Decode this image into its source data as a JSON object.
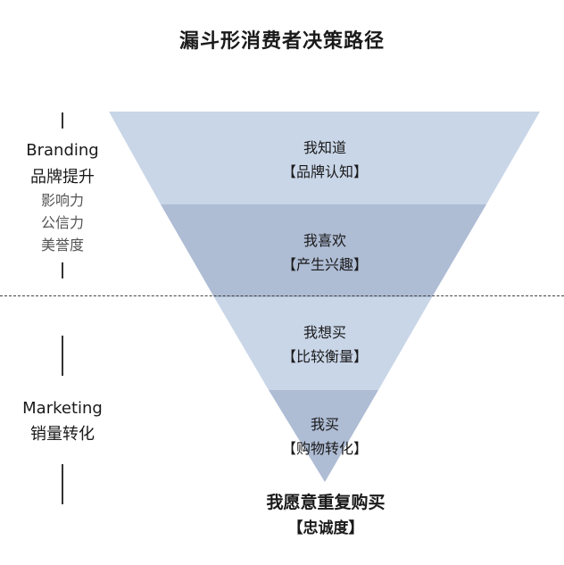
{
  "title": "漏斗形消费者决策路径",
  "funnel": {
    "stages": [
      {
        "label": "我知道",
        "sub": "【品牌认知】",
        "color": "#c9d6e8"
      },
      {
        "label": "我喜欢",
        "sub": "【产生兴趣】",
        "color": "#aebcd4"
      },
      {
        "label": "我想买",
        "sub": "【比较衡量】",
        "color": "#c9d6e8"
      },
      {
        "label": "我买",
        "sub": "【购物转化】",
        "color": "#aebcd4"
      }
    ],
    "final": {
      "label": "我愿意重复购买",
      "sub": "【忠诚度】"
    }
  },
  "sides": {
    "branding": {
      "en": "Branding",
      "zh": "品牌提升",
      "items": [
        "影响力",
        "公信力",
        "美誉度"
      ]
    },
    "marketing": {
      "en": "Marketing",
      "zh": "销量转化"
    }
  }
}
